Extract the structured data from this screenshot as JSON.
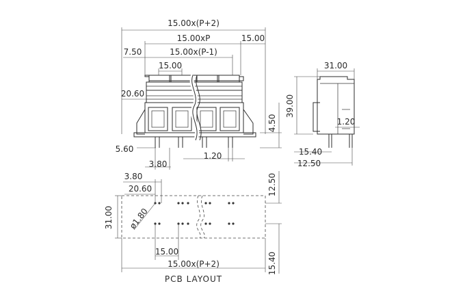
{
  "front_view": {
    "overall_width": "15.00x(P+2)",
    "pitch_span": "15.00xP",
    "right_offset": "15.00",
    "left_offset": "7.50",
    "inner_span": "15.00x(P-1)",
    "pitch": "15.00",
    "screw_offset": "20.60",
    "height_small": "4.50",
    "left_edge": "5.60",
    "pin_offset": "3.80",
    "pin_width": "1.20"
  },
  "side_view": {
    "depth": "31.00",
    "height": "39.00",
    "pin_size": "1.20",
    "pin_pos": "15.40",
    "pin_front": "12.50"
  },
  "pcb_layout": {
    "title": "PCB LAYOUT",
    "hole_offset_x": "3.80",
    "row_offset": "20.60",
    "hole_diameter": "ø1.80",
    "depth": "31.00",
    "top_offset": "12.50",
    "bottom_offset": "15.40",
    "pitch": "15.00",
    "overall_width": "15.00x(P+2)"
  }
}
